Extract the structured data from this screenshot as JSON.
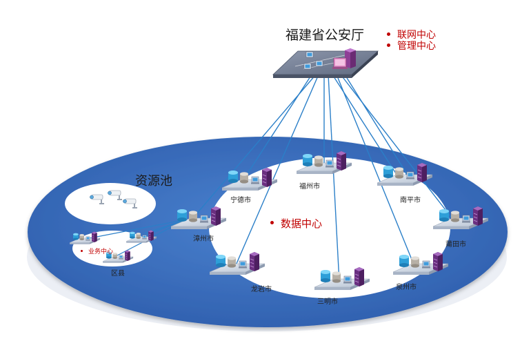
{
  "headquarters": {
    "title": "福建省公安厅",
    "roles": [
      "联网中心",
      "管理中心"
    ]
  },
  "resource_pool": {
    "label": "资源池"
  },
  "data_center": {
    "label": "数据中心"
  },
  "cities": {
    "ningde": "宁德市",
    "fuzhou": "福州市",
    "nanping": "南平市",
    "putian": "莆田市",
    "quanzhou": "泉州市",
    "sanming": "三明市",
    "longyan": "龙岩市",
    "zhangzhou": "漳州市"
  },
  "county": {
    "label": "区县",
    "business_center": "业务中心"
  },
  "colors": {
    "pool": "#3a6fbf",
    "links": "#2b7fc8",
    "highlight": "#c00000",
    "platform": "#c9d3e0",
    "server_storage": "#2e9fd8",
    "server_rack": "#7a3e8e"
  },
  "icons": [
    "server-icon",
    "storage-icon",
    "workstation-icon",
    "camera-icon"
  ]
}
